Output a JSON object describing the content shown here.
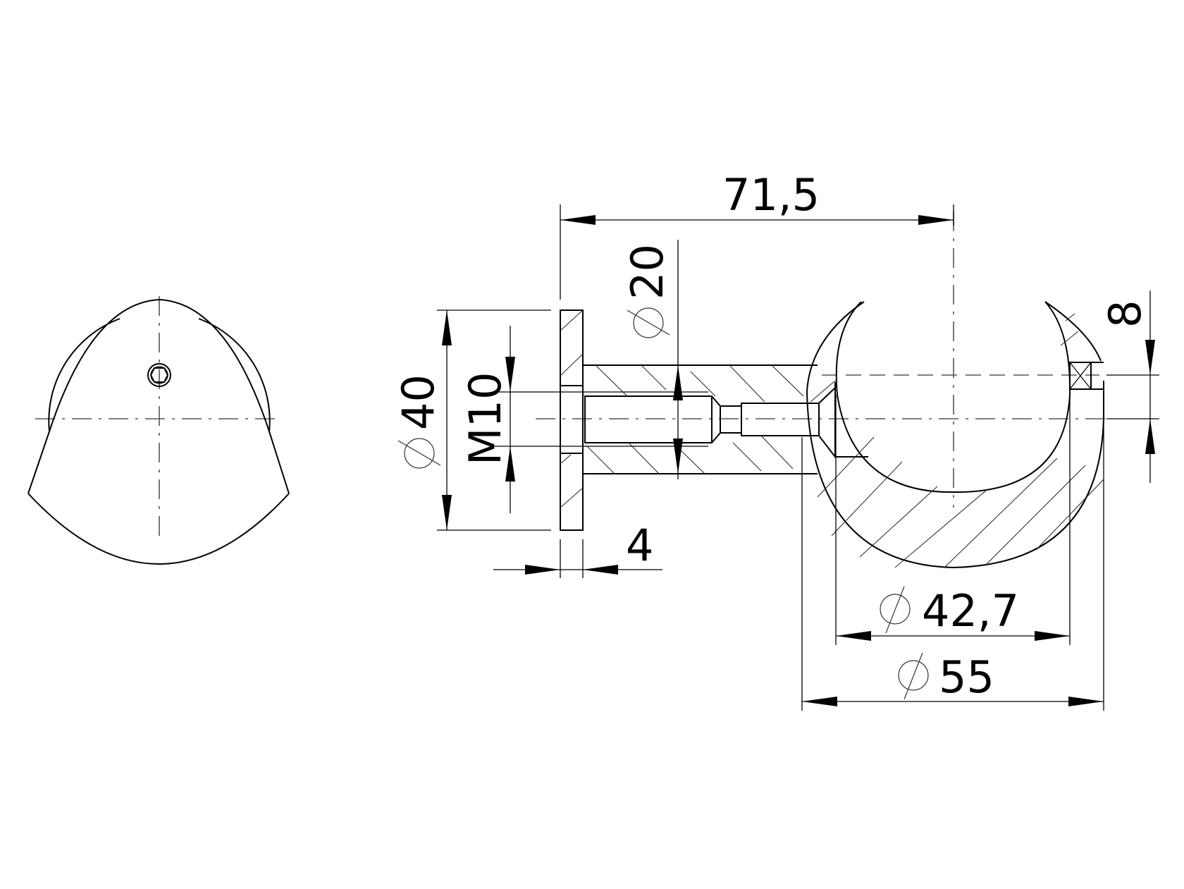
{
  "drawing": {
    "title": "Handrail bracket technical drawing",
    "views": [
      "front-view",
      "side-section-view"
    ],
    "dimensions": {
      "overall_length": "71,5",
      "rod_diameter": "20",
      "base_diameter": "40",
      "thread": "M10",
      "base_thickness": "4",
      "saddle_inner_diameter": "42,7",
      "saddle_outer_diameter": "55",
      "set_screw_offset": "8"
    },
    "diameter_symbol": "⌀"
  }
}
